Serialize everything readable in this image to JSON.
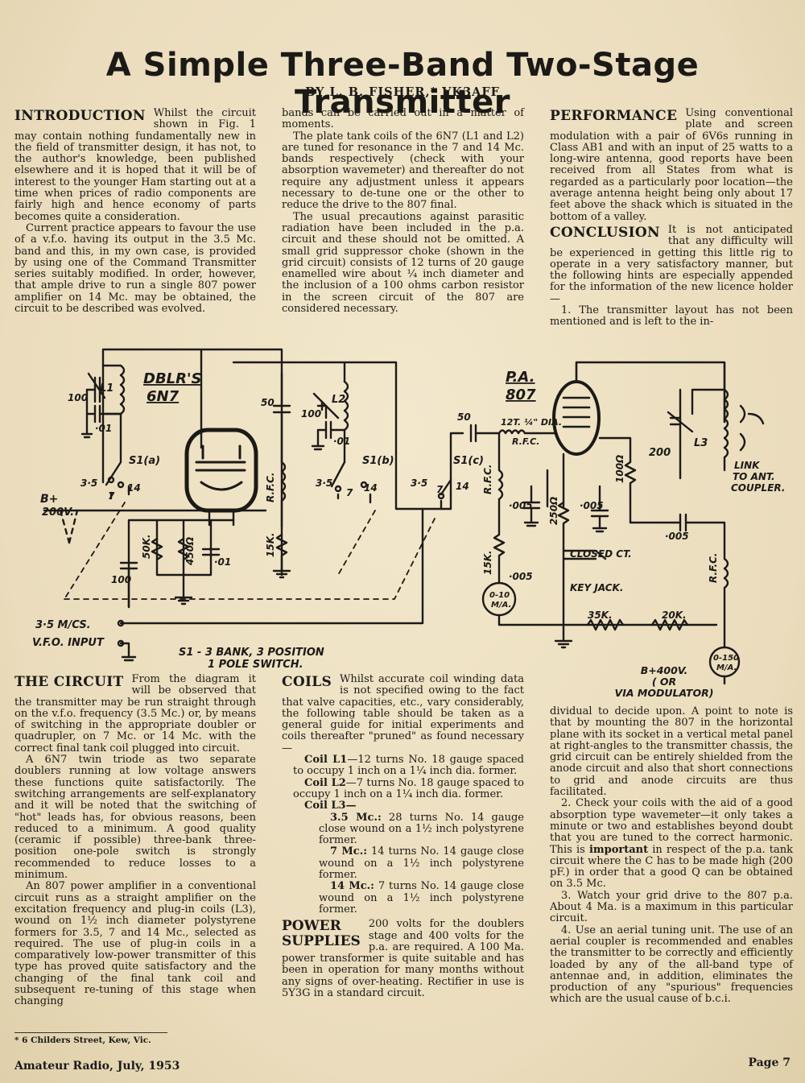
{
  "title": "A Simple Three-Band Two-Stage Transmitter",
  "byline": "BY L. B. FISHER,* VK3AFF",
  "intro": {
    "heading": "INTRODUCTION",
    "p1": "Whilst the circuit shown in Fig. 1 may contain nothing fundamentally new in the field of transmitter design, it has not, to the author's knowledge, been published elsewhere and it is hoped that it will be of interest to the younger Ham starting out at a time when prices of radio components are fairly high and hence economy of parts becomes quite a consideration.",
    "p2": "Current practice appears to favour the use of a v.f.o. having its output in the 3.5 Mc. band and this, in my own case, is provided by using one of the Command Transmitter series suitably modified. In order, however, that ample drive to run a single 807 power amplifier on 14 Mc. may be obtained, the circuit to be described was evolved."
  },
  "col2_top": {
    "p1": "bands can be carried out in a matter of moments.",
    "p2": "The plate tank coils of the 6N7 (L1 and L2) are tuned for resonance in the 7 and 14 Mc. bands respectively (check with your absorption wavemeter) and thereafter do not require any adjustment unless it appears necessary to de-tune one or the other to reduce the drive to the 807 final.",
    "p3": "The usual precautions against parasitic radiation have been included in the p.a. circuit and these should not be omitted. A small grid suppressor choke (shown in the grid circuit) consists of 12 turns of 20 gauge enamelled wire about ¼ inch diameter and the inclusion of a 100 ohms carbon resistor in the screen circuit of the 807 are considered necessary."
  },
  "performance": {
    "heading": "PERFORMANCE",
    "p1": "Using conventional plate and screen modulation with a pair of 6V6s running in Class AB1 and with an input of 25 watts to a long-wire antenna, good reports have been received from all States from what is regarded as a particularly poor location—the average antenna height being only about 17 feet above the shack which is situated in the bottom of a valley."
  },
  "conclusion": {
    "heading": "CONCLUSION",
    "p1": "It is not anticipated that any difficulty will be experienced in getting this little rig to operate in a very satisfactory manner, but the following hints are especially appended for the information of the new licence holder—",
    "p2": "1. The transmitter layout has not been mentioned and is left to the in-"
  },
  "circuit": {
    "heading": "THE CIRCUIT",
    "p1": "From the diagram it will be observed that the transmitter may be run straight through on the v.f.o. frequency (3.5 Mc.) or, by means of switching in the appropriate doubler or quadrupler, on 7 Mc. or 14 Mc. with the correct final tank coil plugged into circuit.",
    "p2": "A 6N7 twin triode as two separate doublers running at low voltage answers these functions quite satisfactorily. The switching arrangements are self-explanatory and it will be noted that the switching of \"hot\" leads has, for obvious reasons, been reduced to a minimum. A good quality (ceramic if possible) three-bank three-position one-pole switch is strongly recommended to reduce losses to a minimum.",
    "p3": "An 807 power amplifier in a conventional circuit runs as a straight amplifier on the excitation frequency and plug-in coils (L3), wound on 1½ inch diameter polystyrene formers for 3.5, 7 and 14 Mc., selected as required. The use of plug-in coils in a comparatively low-power transmitter of this type has proved quite satisfactory and the changing of the final tank coil and subsequent re-tuning of this stage when changing"
  },
  "coils": {
    "heading": "COILS",
    "p1": "Whilst accurate coil winding data is not specified owing to the fact that valve capacities, etc., vary considerably, the following table should be taken as a general guide for initial experiments and coils thereafter \"pruned\" as found necessary—",
    "l1_label": "Coil L1",
    "l1": "—12 turns No. 18 gauge spaced to occupy 1 inch on a 1¼ inch dia. former.",
    "l2_label": "Coil L2",
    "l2": "—7 turns No. 18 gauge spaced to occupy 1 inch on a 1¼ inch dia. former.",
    "l3_label": "Coil L3—",
    "l3a_label": "3.5 Mc.:",
    "l3a": " 28 turns No. 14 gauge close wound on a 1½ inch polystyrene former.",
    "l3b_label": "7 Mc.:",
    "l3b": " 14 turns No. 14 gauge close wound on a 1½ inch polystyrene former.",
    "l3c_label": "14 Mc.:",
    "l3c": " 7 turns No. 14 gauge close wound on a 1½ inch polystyrene former."
  },
  "power": {
    "heading1": "POWER",
    "heading2": "SUPPLIES",
    "p1": "200 volts for the doublers stage and 400 volts for the p.a. are required. A 100 Ma. power transformer is quite suitable and has been in operation for many months without any signs of over-heating. Rectifier in use is 5Y3G in a standard circuit."
  },
  "col3_bottom": {
    "p1": "dividual to decide upon. A point to note is that by mounting the 807 in the horizontal plane with its socket in a vertical metal panel at right-angles to the transmitter chassis, the grid circuit can be entirely shielded from the anode circuit and also that short connections to grid and anode circuits are thus facilitated.",
    "p2a": "2. Check your coils with the aid of a good absorption type wavemeter—it only takes a minute or two and establishes beyond doubt that you are tuned to the correct harmonic. This is ",
    "p2b": "important",
    "p2c": " in respect of the p.a. tank circuit where the C has to be made high (200 pF.) in order that a good Q can be obtained on 3.5 Mc.",
    "p3": "3. Watch your grid drive to the 807 p.a. About 4 Ma. is a maximum in this particular circuit.",
    "p4": "4. Use an aerial tuning unit. The use of an aerial coupler is recommended and enables the transmitter to be correctly and efficiently loaded by any of the all-band type of antennae and, in addition, eliminates the production of any \"spurious\" frequencies which are the usual cause of b.c.i."
  },
  "schematic": {
    "dblrs": "DBLR'S",
    "tube1": "6N7",
    "pa": "P.A.",
    "tube2": "807",
    "L1": "L1",
    "L2": "L2",
    "L3": "L3",
    "c100a": "100",
    "c01a": "·01",
    "c50a": "50",
    "c100b": "100",
    "c01b": "·01",
    "s1a": "S1(a)",
    "s1b": "S1(b)",
    "s1c": "S1(c)",
    "pos35": "3·5",
    "pos7": "7",
    "pos14": "14",
    "bplus": "B+",
    "v200": "200V.",
    "r50k": "50K.",
    "r450": "450Ω",
    "c01c": "·01",
    "c100c": "100",
    "rfc1": "R.F.C.",
    "r15k": "15K.",
    "c50b": "50",
    "rfc2text": "12T. ¼\" DIA.",
    "rfc2": "R.F.C.",
    "rfc3": "R.F.C.",
    "c005a": "·005",
    "r250": "250Ω",
    "c005b": "·005",
    "r100": "100Ω",
    "c200": "200",
    "link": "LINK",
    "toant": "TO ANT.",
    "coupler": "COUPLER.",
    "c005c": "·005",
    "r15k2": "15K.",
    "c005d": "·005",
    "meter1a": "0-10",
    "meter1b": "M/A.",
    "closed": "CLOSED CT.",
    "keyjack": "KEY JACK.",
    "r35k": "35K.",
    "r20k": "20K.",
    "rfc4": "R.F.C.",
    "meter2a": "0-150",
    "meter2b": "M/A.",
    "vfo1": "3·5 M/CS.",
    "vfo2": "V.F.O. INPUT",
    "switchnote1": "S1 - 3 BANK, 3 POSITION",
    "switchnote2": "1 POLE SWITCH.",
    "b400a": "B+400V.",
    "b400b": "( OR",
    "b400c": "VIA MODULATOR)"
  },
  "footnote": "* 6 Childers Street, Kew, Vic.",
  "footer_left": "Amateur Radio, July, 1953",
  "footer_right": "Page 7"
}
